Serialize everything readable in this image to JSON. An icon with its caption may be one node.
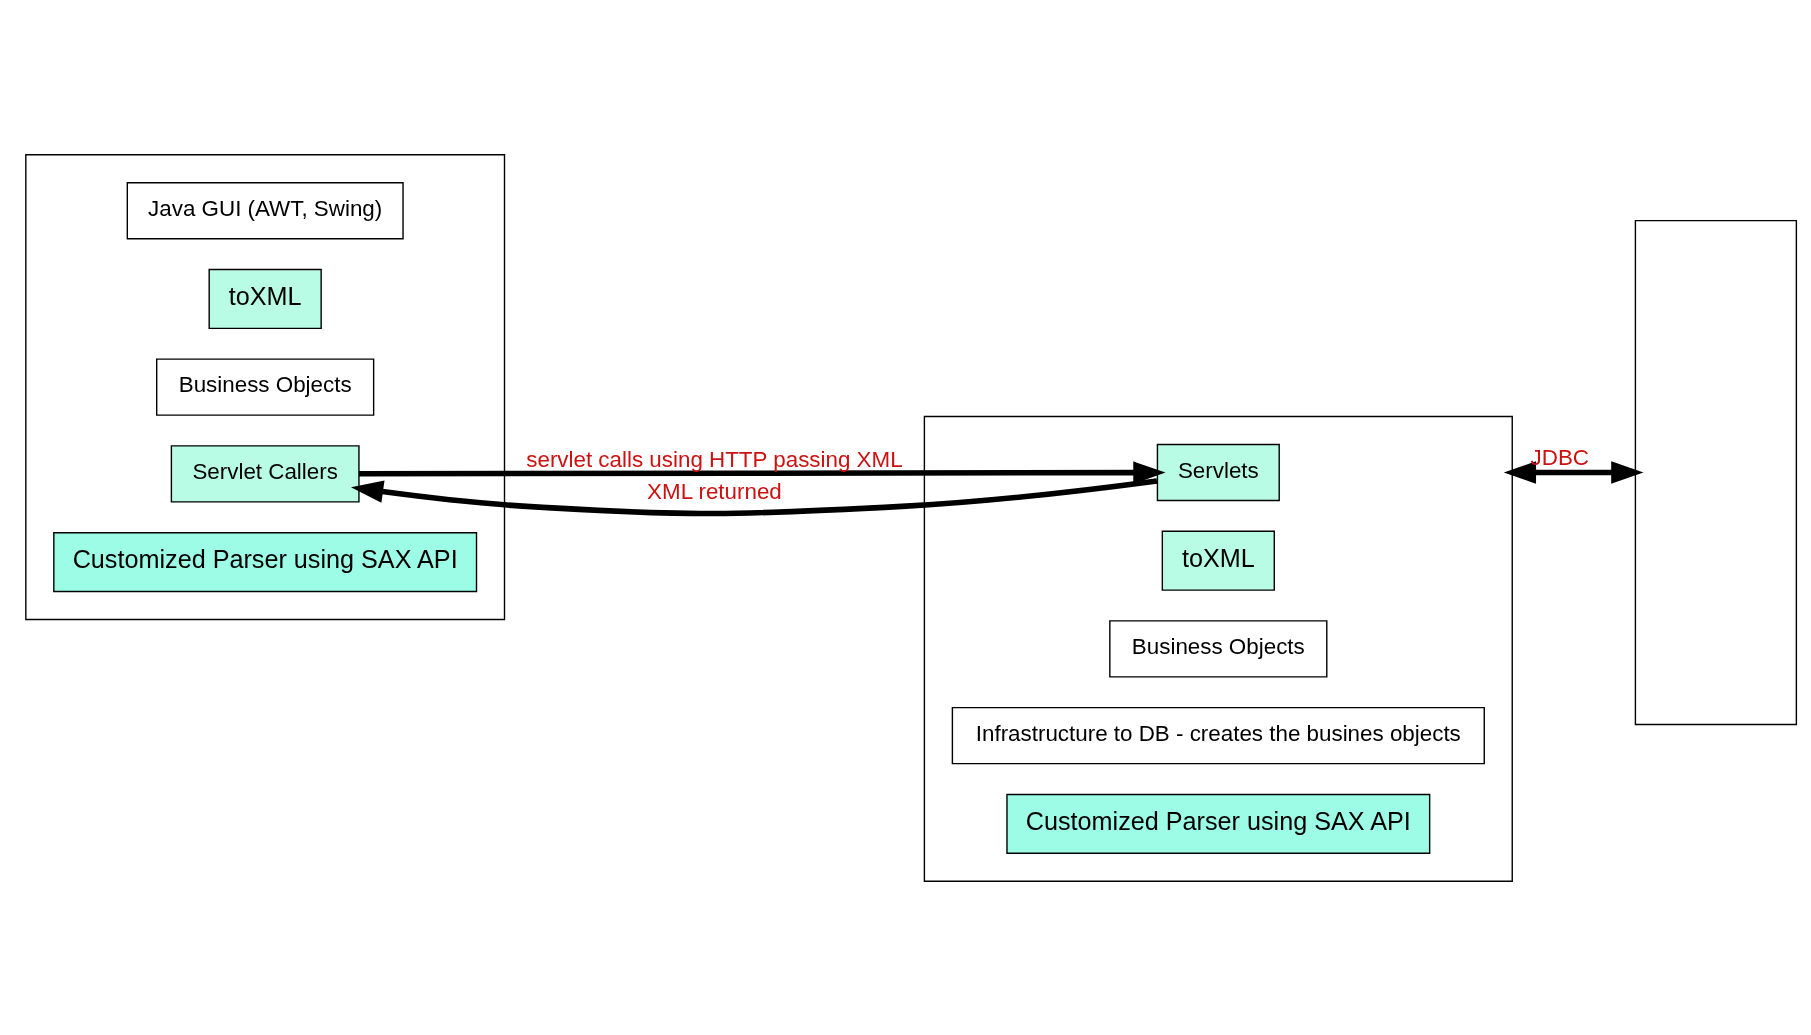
{
  "diagram": {
    "nodes": [
      {
        "text": [],
        "shape": "box"
      },
      {
        "text": [
          "Java GUI (AWT, Swing)"
        ],
        "in": 0
      },
      {
        "text": [
          "toXML"
        ],
        "in": 0
      },
      {
        "text": [
          "Business Objects"
        ],
        "in": 0
      },
      {
        "text": [
          "Servlet Callers"
        ],
        "in": 0
      },
      {
        "text": [
          "Customized Parser using SAX API"
        ],
        "in": 0
      },
      {
        "text": [],
        "shape": "box"
      },
      {
        "text": [
          "Servlets"
        ],
        "in": 6
      },
      {
        "text": [
          "toXML"
        ],
        "in": 6
      },
      {
        "text": [
          "Business Objects"
        ],
        "in": 6
      },
      {
        "text": [
          "Infrastructure to DB - creates the busines objects"
        ],
        "in": 6
      },
      {
        "text": [
          "Customized Parser using SAX API"
        ],
        "in": 6
      },
      {
        "text": [],
        "shape": "box"
      }
    ],
    "edges": [
      {
        "from": 4,
        "to": 7,
        "arrow": "to",
        "label": "servlet calls using HTTP passing XML"
      },
      {
        "from": 7,
        "to": 4,
        "arrow": "to",
        "label": "XML returned"
      },
      {
        "from": 6,
        "to": 12,
        "arrow": "both",
        "label": "JDBC"
      }
    ]
  }
}
